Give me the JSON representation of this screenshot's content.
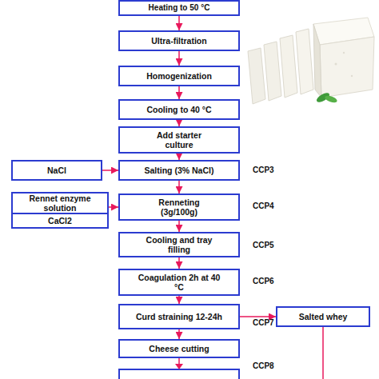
{
  "diagram": {
    "nodes": [
      {
        "text": [
          "Heating to 50 °C"
        ]
      },
      {
        "text": [
          "Ultra-filtration"
        ]
      },
      {
        "text": [
          "Homogenization"
        ]
      },
      {
        "text": [
          "Cooling to 40 °C"
        ]
      },
      {
        "text": [
          "Add starter culture"
        ]
      },
      {
        "text": [
          "NaCl"
        ]
      },
      {
        "text": [
          "Salting (3% NaCl)"
        ]
      },
      {
        "text": [
          "Rennet enzyme solution"
        ]
      },
      {
        "text": [
          "CaCl2"
        ]
      },
      {
        "text": [
          "Renneting (3g/100g)"
        ]
      },
      {
        "text": [
          "Cooling and tray filling"
        ]
      },
      {
        "text": [
          "Coagulation 2h at 40 °C"
        ]
      },
      {
        "text": [
          "Curd straining 12-24h"
        ]
      },
      {
        "text": [
          "Salted whey"
        ]
      },
      {
        "text": [
          "Cheese cutting"
        ]
      }
    ],
    "edges": [
      {
        "from": 0,
        "to": 1,
        "arrow": "to"
      },
      {
        "from": 1,
        "to": 2,
        "arrow": "to"
      },
      {
        "from": 2,
        "to": 3,
        "arrow": "to"
      },
      {
        "from": 3,
        "to": 4,
        "arrow": "to"
      },
      {
        "from": 4,
        "to": 6,
        "arrow": "to"
      },
      {
        "from": 5,
        "to": 6,
        "arrow": "to"
      },
      {
        "from": 6,
        "to": 9,
        "arrow": "to"
      },
      {
        "from": 7,
        "to": 9,
        "arrow": "to"
      },
      {
        "from": 9,
        "to": 10,
        "arrow": "to"
      },
      {
        "from": 10,
        "to": 11,
        "arrow": "to"
      },
      {
        "from": 11,
        "to": 12,
        "arrow": "to"
      },
      {
        "from": 12,
        "to": 14,
        "arrow": "to"
      },
      {
        "from": 12,
        "to": 13,
        "arrow": "to"
      }
    ],
    "labels": [
      "CCP3",
      "CCP4",
      "CCP5",
      "CCP6",
      "CCP7",
      "CCP8"
    ]
  }
}
